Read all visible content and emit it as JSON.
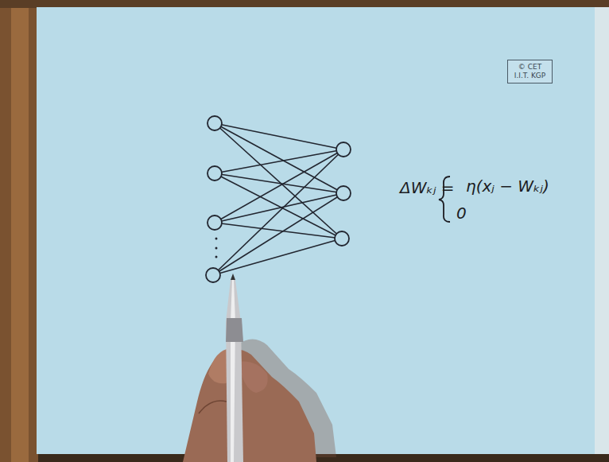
{
  "diagram": {
    "nodes": [
      {
        "text": [
          "© CET",
          "I.I.T. KGP"
        ]
      }
    ],
    "labels": [
      "ΔWₖⱼ =",
      "η(xⱼ − Wₖⱼ)",
      "0"
    ]
  }
}
